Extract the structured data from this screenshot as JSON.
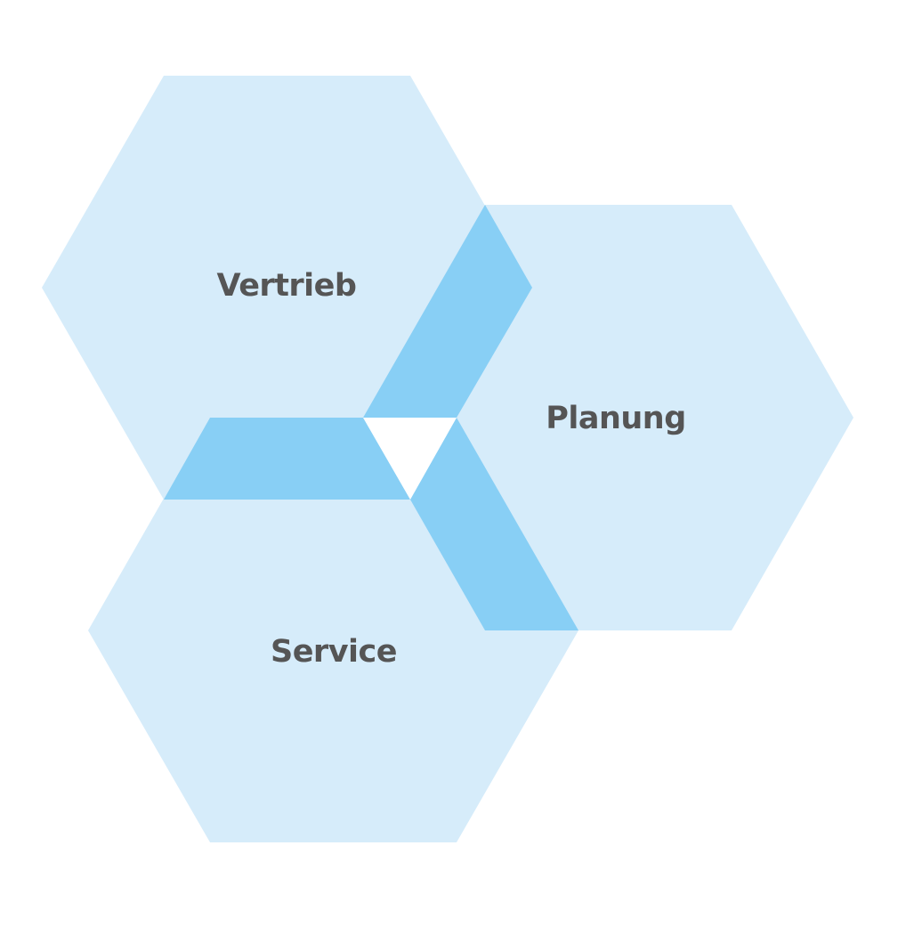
{
  "diagram": {
    "colors": {
      "hexagon_fill": "#D6ECFA",
      "overlap_fill": "#88CFF5",
      "center_fill": "#FFFFFF",
      "label_color": "#555555"
    },
    "hexagons": [
      {
        "label": "Vertrieb"
      },
      {
        "label": "Planung"
      },
      {
        "label": "Service"
      }
    ]
  }
}
